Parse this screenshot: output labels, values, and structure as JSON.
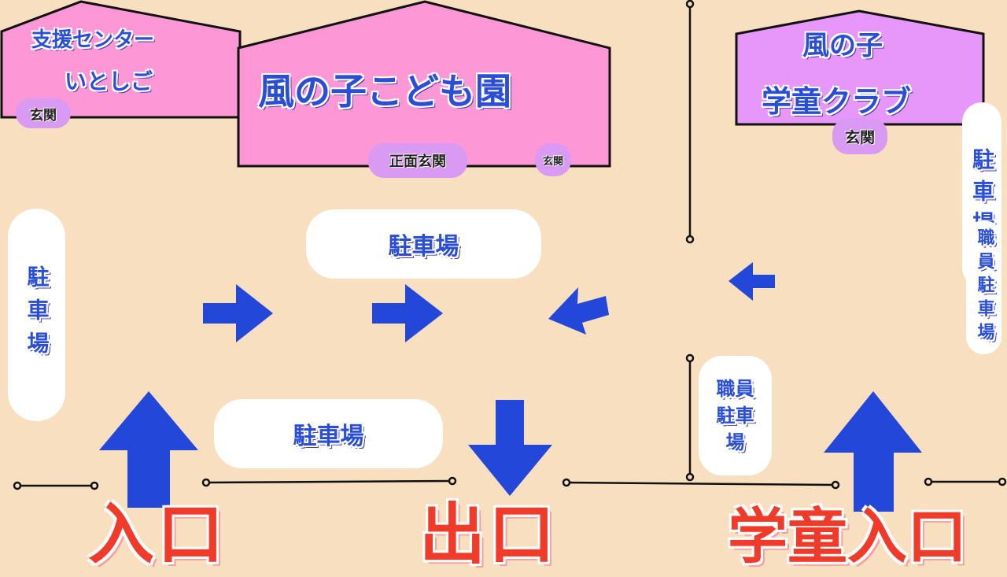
{
  "buildings": {
    "support_center": {
      "line1": "支援センター",
      "line2": "いとしご",
      "entrance": "玄関"
    },
    "kindergarten": {
      "name": "風の子こども園",
      "main_entrance": "正面玄関",
      "side_entrance": "玄関"
    },
    "gakudo": {
      "line1": "風の子",
      "line2": "学童クラブ",
      "entrance": "玄関"
    }
  },
  "parking": {
    "left": "駐車場",
    "top_center": "駐車場",
    "bottom_center": "駐車場",
    "right": "駐車場",
    "staff_center": "職員駐車場",
    "staff_right": "職員駐車場"
  },
  "gates": {
    "entrance": "入口",
    "exit": "出口",
    "gakudo_entrance": "学童入口"
  },
  "colors": {
    "background": "#f8dfbf",
    "building_pink": "#fd97d6",
    "building_purple": "#e697f9",
    "arrow_blue": "#2347d8",
    "gate_red": "#f03a2a"
  }
}
